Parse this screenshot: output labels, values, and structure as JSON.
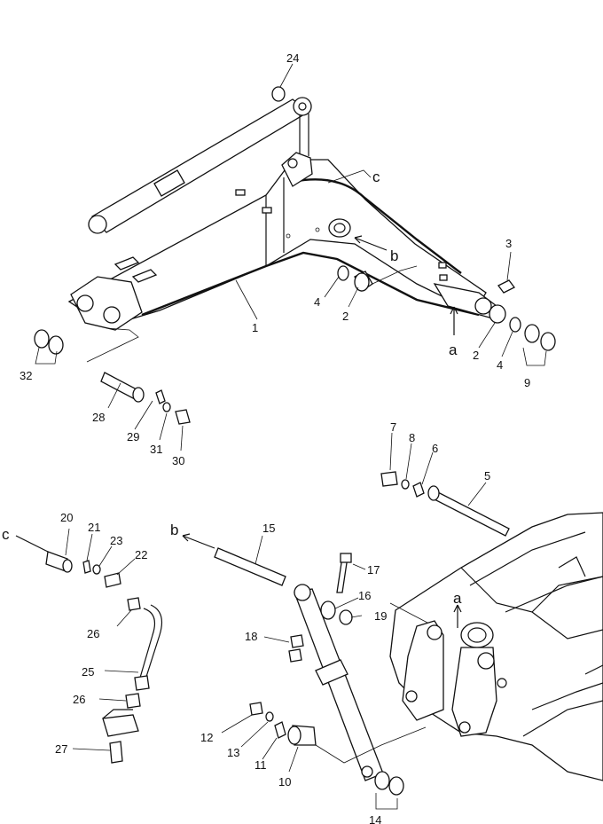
{
  "labels": {
    "l24": "24",
    "l3": "3",
    "l4a": "4",
    "l2a": "2",
    "l1": "1",
    "l2b": "2",
    "l4b": "4",
    "l9": "9",
    "l32": "32",
    "l28": "28",
    "l29": "29",
    "l31": "31",
    "l30": "30",
    "l7": "7",
    "l8": "8",
    "l6": "6",
    "l5": "5",
    "l20": "20",
    "l21": "21",
    "l23": "23",
    "l22": "22",
    "l26a": "26",
    "l25": "25",
    "l26b": "26",
    "l27": "27",
    "l15": "15",
    "l17": "17",
    "l16": "16",
    "l19": "19",
    "l18": "18",
    "l12": "12",
    "l13": "13",
    "l11": "11",
    "l10": "10",
    "l14": "14"
  },
  "refs": {
    "c_top": "c",
    "b_mid": "b",
    "a_mid": "a",
    "c_left": "c",
    "b_left": "b",
    "a_right": "a"
  }
}
